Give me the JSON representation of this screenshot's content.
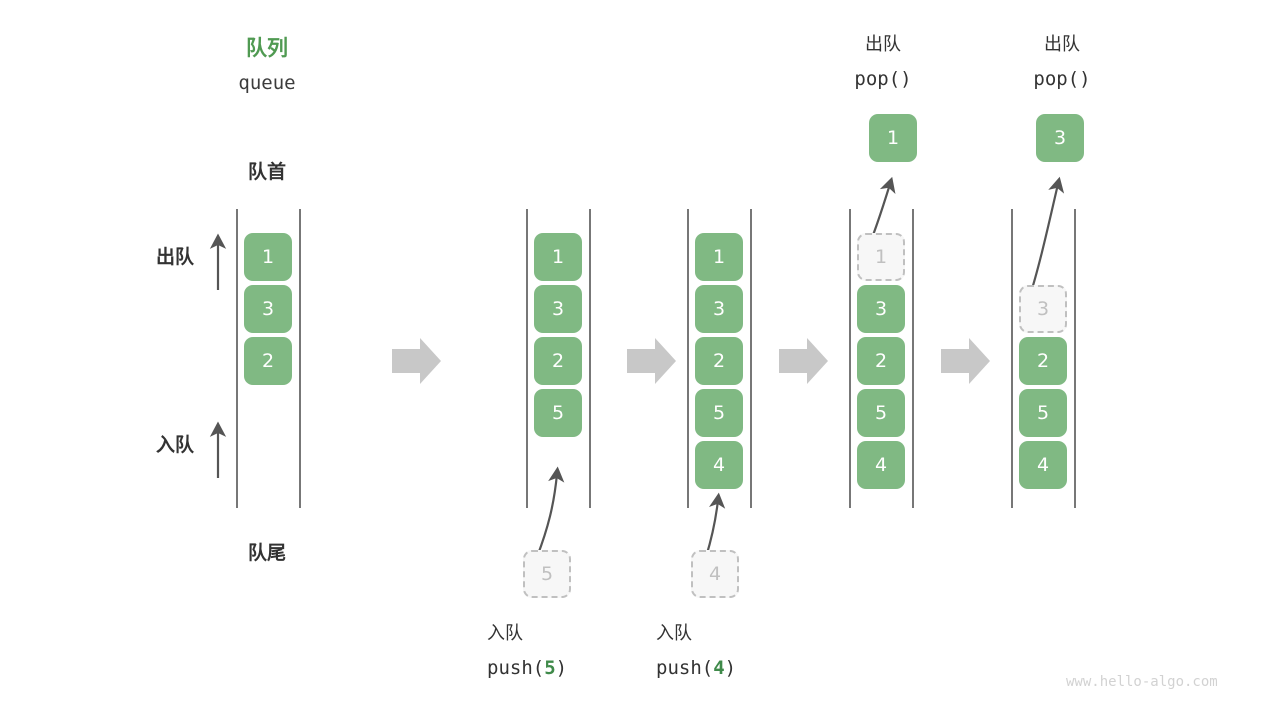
{
  "diagram": {
    "title_cn": "队列",
    "title_en": "queue",
    "front_label": "队首",
    "rear_label": "队尾",
    "dequeue_side_label": "出队",
    "enqueue_side_label": "入队",
    "watermark": "www.hello-algo.com",
    "colors": {
      "element_fill": "#80b983",
      "element_text": "#ffffff",
      "ghost_fill": "#f7f7f7",
      "ghost_border": "#c0c0c0",
      "ghost_text": "#c0c0c0",
      "rail": "#555555",
      "arrow": "#555555",
      "step_arrow": "#c8c8c8",
      "accent_green": "#509a52",
      "text": "#333333",
      "watermark_color": "#d2d2d2"
    }
  },
  "steps": [
    {
      "id": "initial",
      "caption_cn": "",
      "caption_op": "",
      "cells": [
        {
          "value": "1",
          "state": "filled"
        },
        {
          "value": "3",
          "state": "filled"
        },
        {
          "value": "2",
          "state": "filled"
        }
      ],
      "moving_cell": null,
      "result_cell": null
    },
    {
      "id": "push-5",
      "caption_cn": "入队",
      "caption_op": "push(5)",
      "caption_op_arg": "5",
      "cells": [
        {
          "value": "1",
          "state": "filled"
        },
        {
          "value": "3",
          "state": "filled"
        },
        {
          "value": "2",
          "state": "filled"
        },
        {
          "value": "5",
          "state": "filled"
        }
      ],
      "moving_cell": {
        "value": "5",
        "state": "ghost"
      },
      "result_cell": null
    },
    {
      "id": "push-4",
      "caption_cn": "入队",
      "caption_op": "push(4)",
      "caption_op_arg": "4",
      "cells": [
        {
          "value": "1",
          "state": "filled"
        },
        {
          "value": "3",
          "state": "filled"
        },
        {
          "value": "2",
          "state": "filled"
        },
        {
          "value": "5",
          "state": "filled"
        },
        {
          "value": "4",
          "state": "filled"
        }
      ],
      "moving_cell": {
        "value": "4",
        "state": "ghost"
      },
      "result_cell": null
    },
    {
      "id": "pop-1",
      "caption_cn": "出队",
      "caption_op": "pop()",
      "cells": [
        {
          "value": "1",
          "state": "ghost"
        },
        {
          "value": "3",
          "state": "filled"
        },
        {
          "value": "2",
          "state": "filled"
        },
        {
          "value": "5",
          "state": "filled"
        },
        {
          "value": "4",
          "state": "filled"
        }
      ],
      "moving_cell": null,
      "result_cell": {
        "value": "1",
        "state": "filled"
      }
    },
    {
      "id": "pop-3",
      "caption_cn": "出队",
      "caption_op": "pop()",
      "cells": [
        {
          "value": "",
          "state": "empty"
        },
        {
          "value": "3",
          "state": "ghost"
        },
        {
          "value": "2",
          "state": "filled"
        },
        {
          "value": "5",
          "state": "filled"
        },
        {
          "value": "4",
          "state": "filled"
        }
      ],
      "moving_cell": null,
      "result_cell": {
        "value": "3",
        "state": "filled"
      }
    }
  ]
}
